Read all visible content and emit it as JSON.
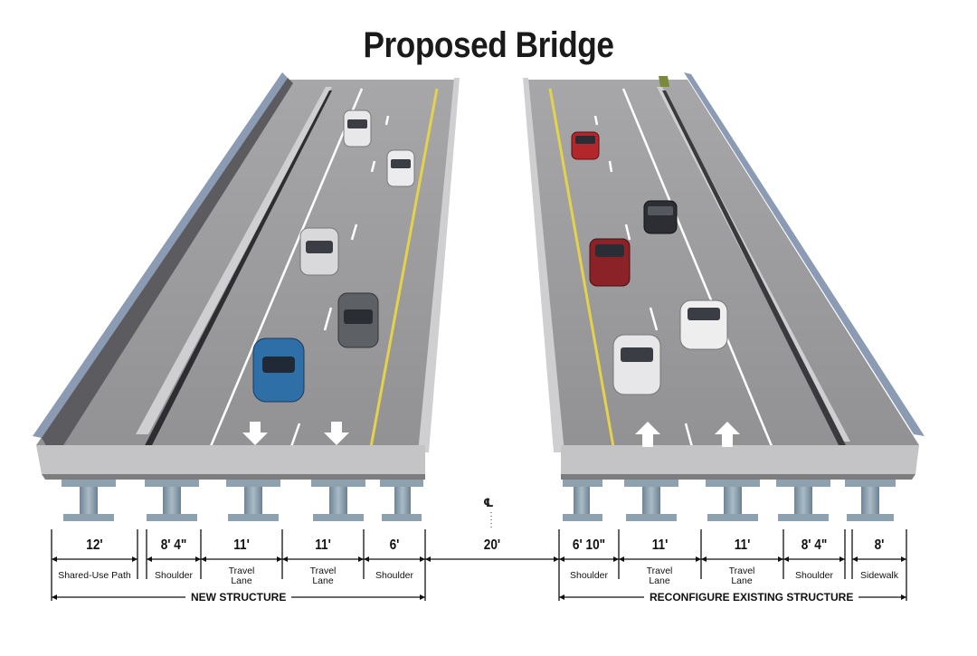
{
  "title": "Proposed Bridge",
  "centerline_symbol": "℄",
  "sections": {
    "new_structure": "NEW STRUCTURE",
    "existing_structure": "RECONFIGURE EXISTING STRUCTURE"
  },
  "dimensions": [
    {
      "value": "12'",
      "label": "Shared-Use Path"
    },
    {
      "value": "8' 4\"",
      "label": "Shoulder"
    },
    {
      "value": "11'",
      "label": "Travel Lane"
    },
    {
      "value": "11'",
      "label": "Travel Lane"
    },
    {
      "value": "6'",
      "label": "Shoulder"
    },
    {
      "value": "20'",
      "label": ""
    },
    {
      "value": "6' 10\"",
      "label": "Shoulder"
    },
    {
      "value": "11'",
      "label": "Travel Lane"
    },
    {
      "value": "11'",
      "label": "Travel Lane"
    },
    {
      "value": "8' 4\"",
      "label": "Shoulder"
    },
    {
      "value": "8'",
      "label": "Sidewalk"
    }
  ],
  "colors": {
    "deck": "#a3a3a5",
    "deck_top": "#9a9a9c",
    "barrier": "#c9c9cb",
    "girder": "#8da0ad",
    "yellow_line": "#e4d24a",
    "railing": "#8b9bb4"
  }
}
